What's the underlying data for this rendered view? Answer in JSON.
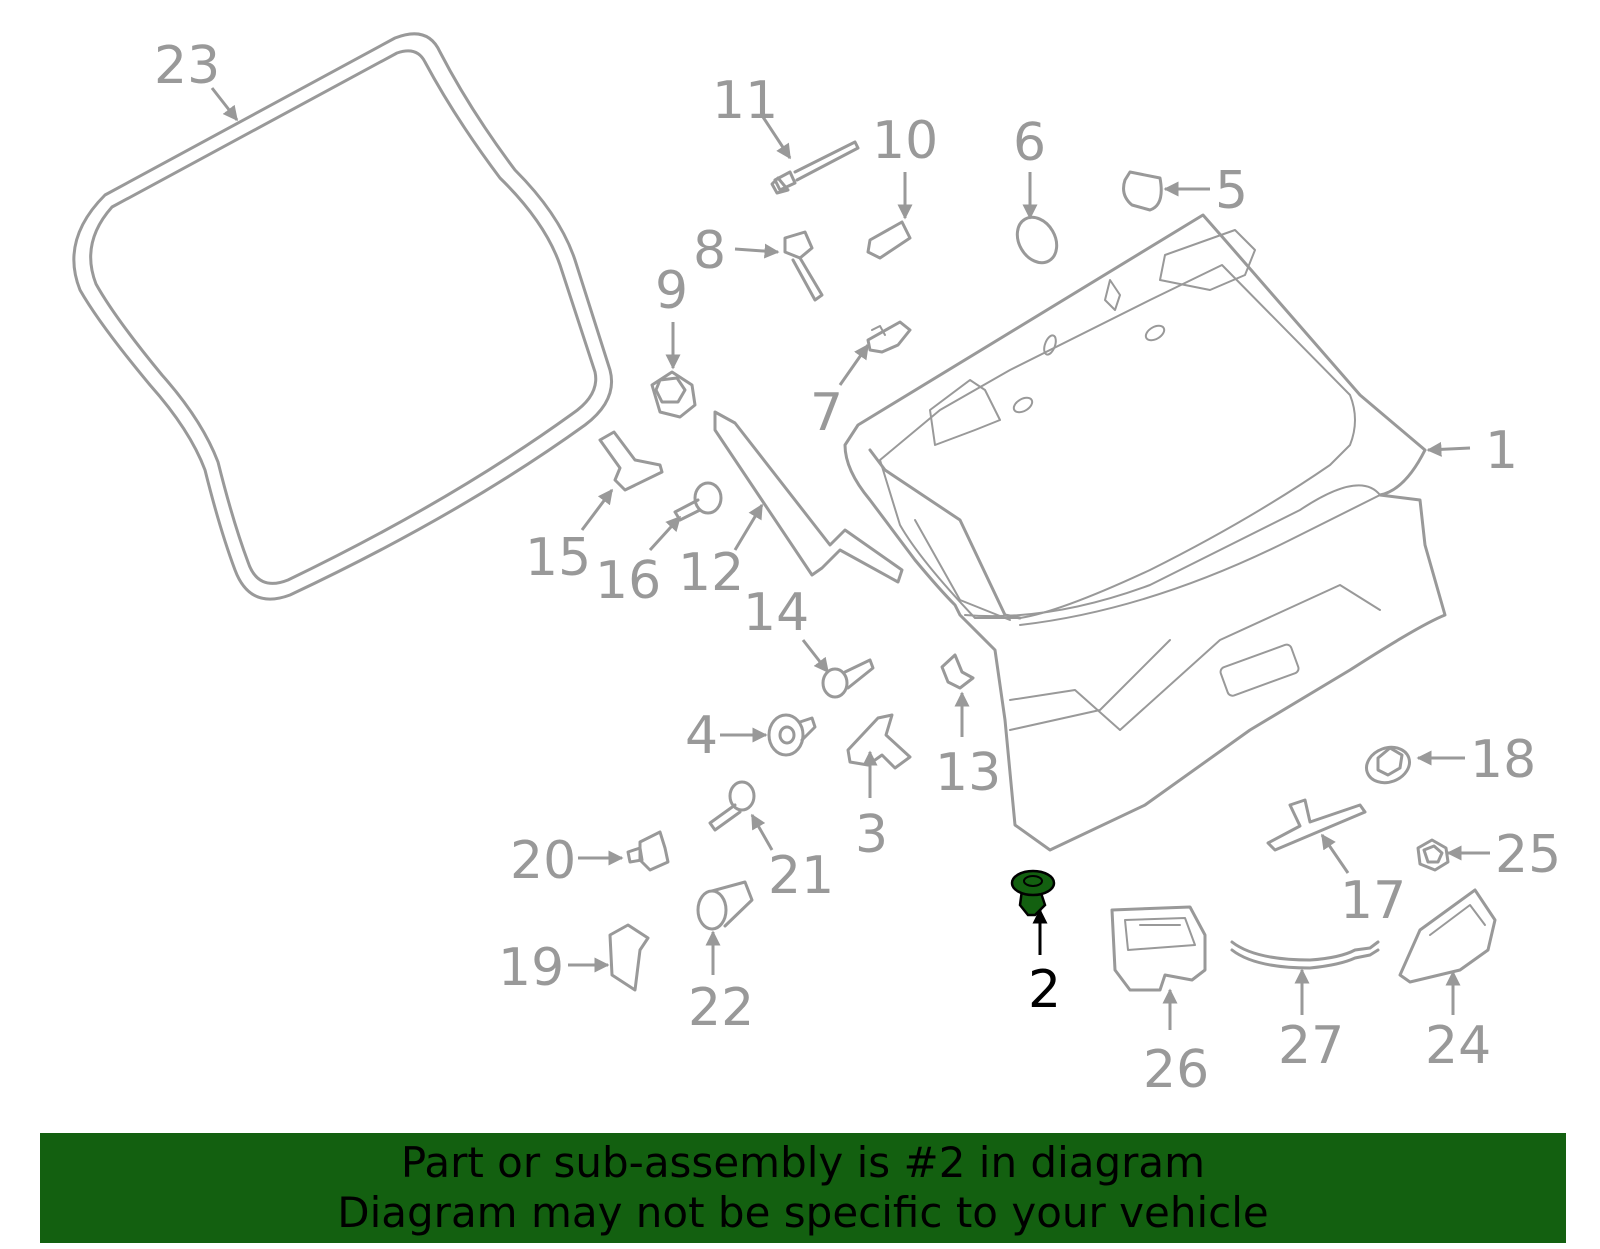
{
  "diagram": {
    "highlighted_part": "2",
    "highlight_color": "#136010",
    "part_color": "#999999",
    "callouts": [
      "1",
      "2",
      "3",
      "4",
      "5",
      "6",
      "7",
      "8",
      "9",
      "10",
      "11",
      "12",
      "13",
      "14",
      "15",
      "16",
      "17",
      "18",
      "19",
      "20",
      "21",
      "22",
      "23",
      "24",
      "25",
      "26",
      "27"
    ]
  },
  "banner": {
    "line1": "Part or sub-assembly is #2 in diagram",
    "line2": "Diagram may not be specific to your vehicle",
    "color": "#136010"
  }
}
